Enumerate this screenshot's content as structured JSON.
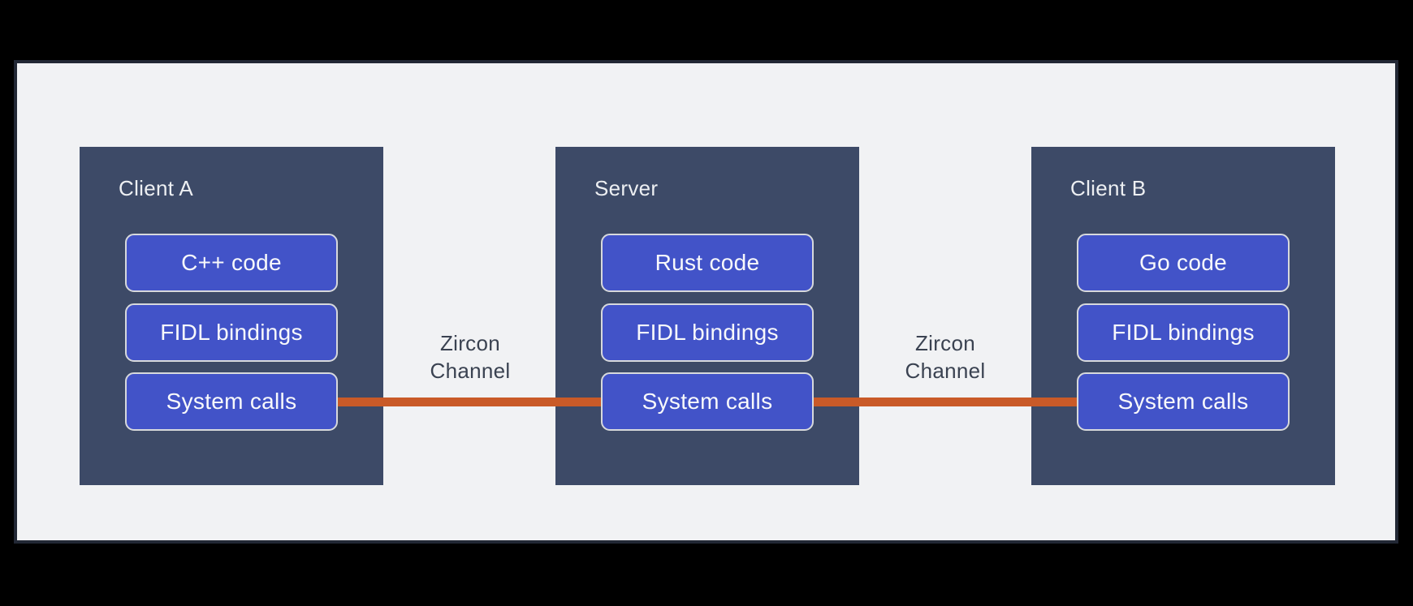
{
  "colors": {
    "outer-bg": "#000000",
    "frame-border": "#222835",
    "frame-bg": "#f1f2f4",
    "panel-bg": "#3d4a67",
    "panel-title-text": "#edeff2",
    "node-bg": "#4253c8",
    "node-border": "#d7d9dc",
    "node-text": "#f8f9fb",
    "connector": "#c95a28",
    "connector-label-text": "#3a4251"
  },
  "panels": [
    {
      "title": "Client A",
      "boxes": [
        "C++ code",
        "FIDL bindings",
        "System calls"
      ]
    },
    {
      "title": "Server",
      "boxes": [
        "Rust code",
        "FIDL bindings",
        "System calls"
      ]
    },
    {
      "title": "Client B",
      "boxes": [
        "Go code",
        "FIDL bindings",
        "System calls"
      ]
    }
  ],
  "connectors": [
    {
      "label": "Zircon\nChannel"
    },
    {
      "label": "Zircon\nChannel"
    }
  ]
}
